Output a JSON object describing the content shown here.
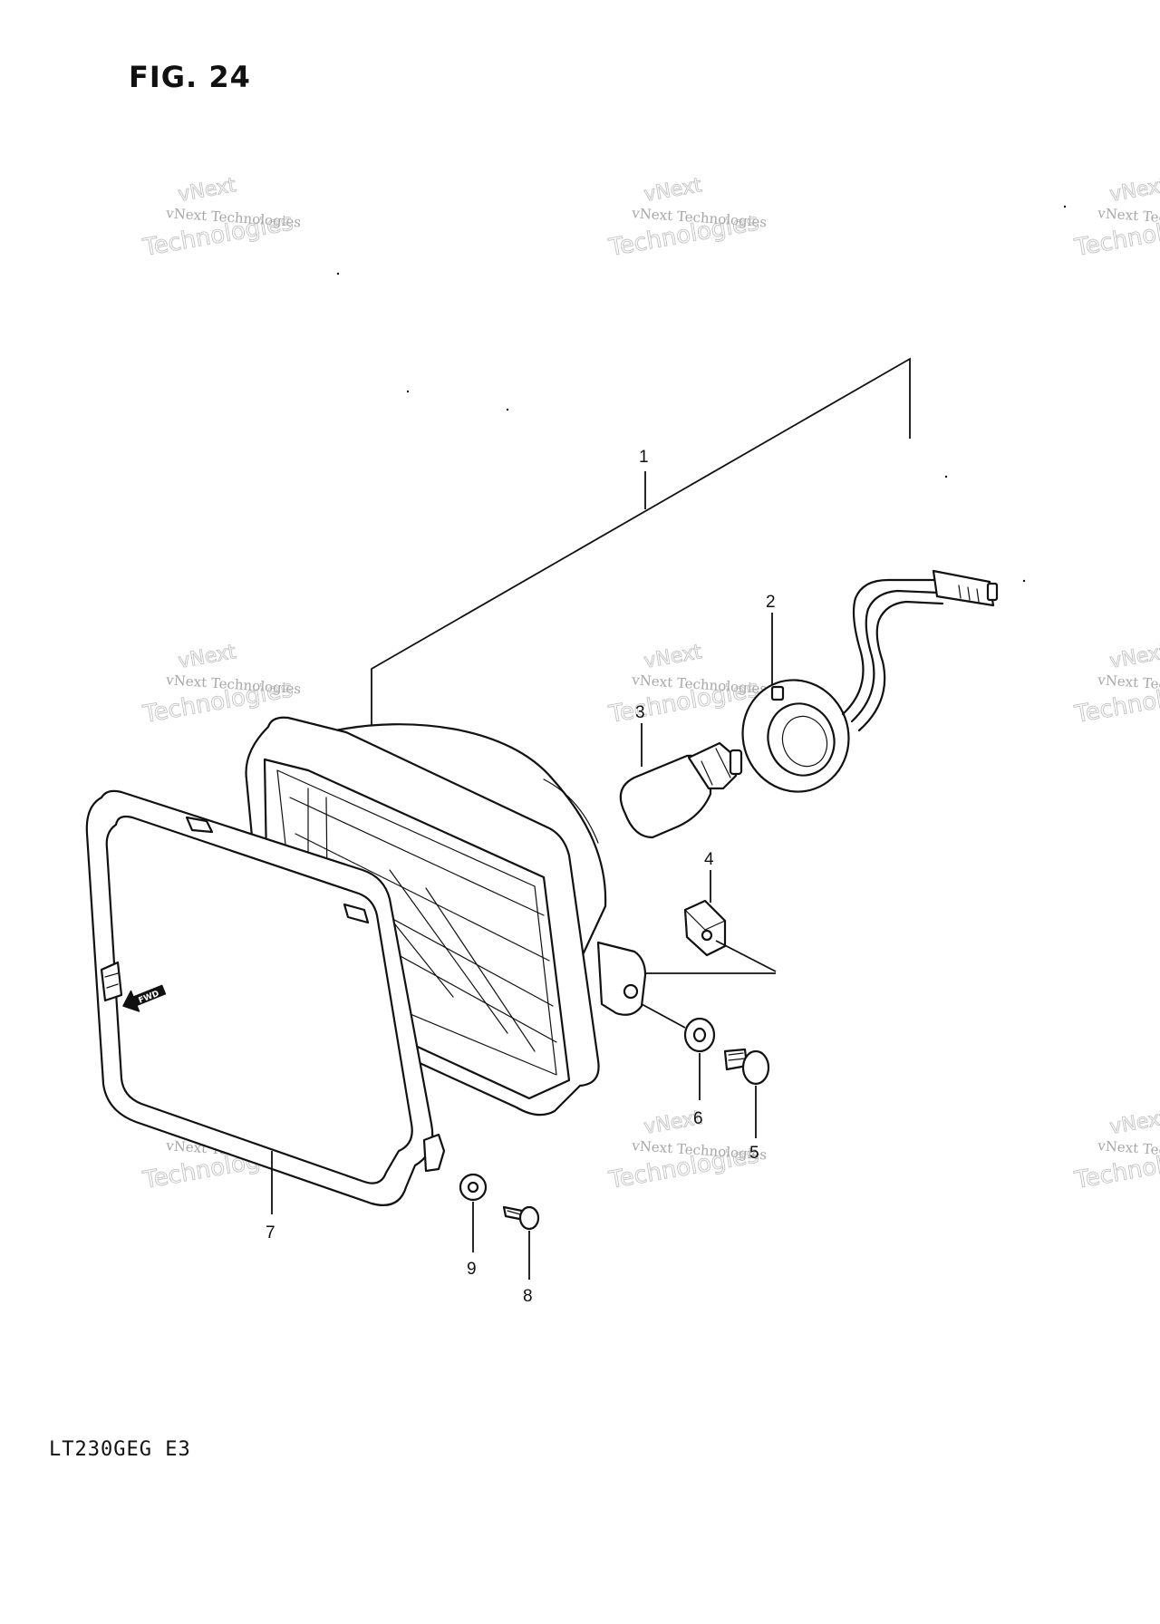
{
  "figure": {
    "title": "FIG. 24",
    "model_code": "LT230GEG  E3",
    "direction_badge": "FWD"
  },
  "watermark": {
    "line": "vNext Technologies",
    "outline_top": "vNext",
    "outline_bottom": "Technologies"
  },
  "callouts": [
    {
      "id": "1",
      "label": "1"
    },
    {
      "id": "2",
      "label": "2"
    },
    {
      "id": "3",
      "label": "3"
    },
    {
      "id": "4",
      "label": "4"
    },
    {
      "id": "5",
      "label": "5"
    },
    {
      "id": "6",
      "label": "6"
    },
    {
      "id": "7",
      "label": "7"
    },
    {
      "id": "8",
      "label": "8"
    },
    {
      "id": "9",
      "label": "9"
    }
  ],
  "icons": {
    "direction": "fwd-arrow-icon"
  }
}
